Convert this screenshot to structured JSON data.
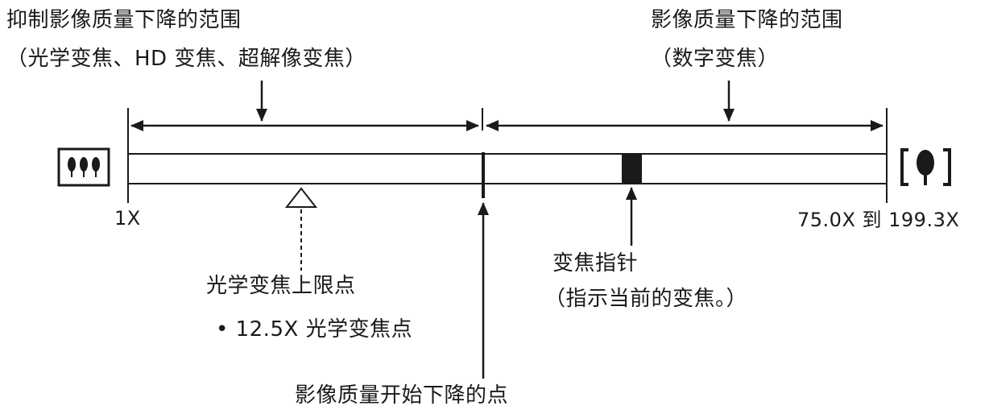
{
  "ranges": {
    "suppressed": {
      "title": "抑制影像质量下降的范围",
      "detail": "（光学变焦、HD 变焦、超解像变焦）"
    },
    "degraded": {
      "title": "影像质量下降的范围",
      "detail": "（数字变焦）"
    }
  },
  "scale": {
    "min_label": "1X",
    "max_label": "75.0X 到 199.3X"
  },
  "icons": {
    "wide": "wide-angle-trees-icon",
    "tele": "telephoto-tree-icon"
  },
  "callouts": {
    "optical_limit": {
      "title": "光学变焦上限点",
      "bullet": "• 12.5X 光学变焦点"
    },
    "degradation_start": {
      "title": "影像质量开始下降的点"
    },
    "zoom_pointer": {
      "title": "变焦指针",
      "detail": "（指示当前的变焦。）"
    }
  },
  "colors": {
    "ink": "#1a1a1a",
    "background": "#ffffff"
  }
}
